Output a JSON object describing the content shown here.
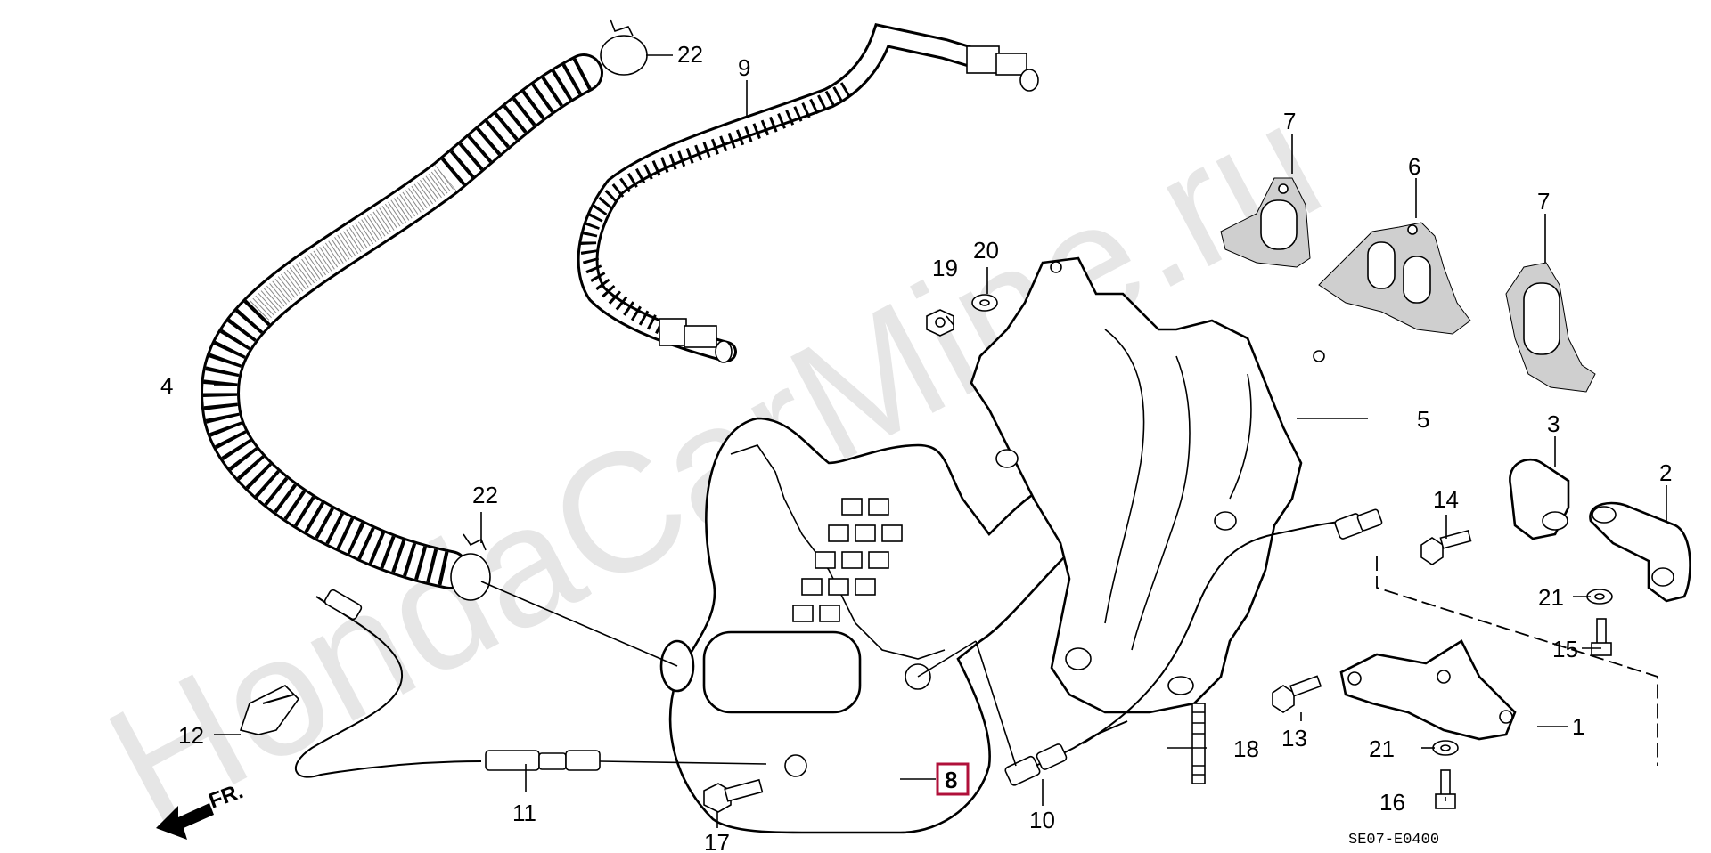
{
  "watermark": "HondaCarMine.ru",
  "diagram_code": "SE07-E0400",
  "direction_label": "FR.",
  "callouts": {
    "c1": "1",
    "c2": "2",
    "c3": "3",
    "c4": "4",
    "c5": "5",
    "c6": "6",
    "c7a": "7",
    "c7b": "7",
    "c8": "8",
    "c9": "9",
    "c10": "10",
    "c11": "11",
    "c12": "12",
    "c13": "13",
    "c14": "14",
    "c15": "15",
    "c16": "16",
    "c17": "17",
    "c18": "18",
    "c19": "19",
    "c20": "20",
    "c21a": "21",
    "c21b": "21",
    "c22a": "22",
    "c22b": "22"
  },
  "highlight_color": "#b0103a"
}
